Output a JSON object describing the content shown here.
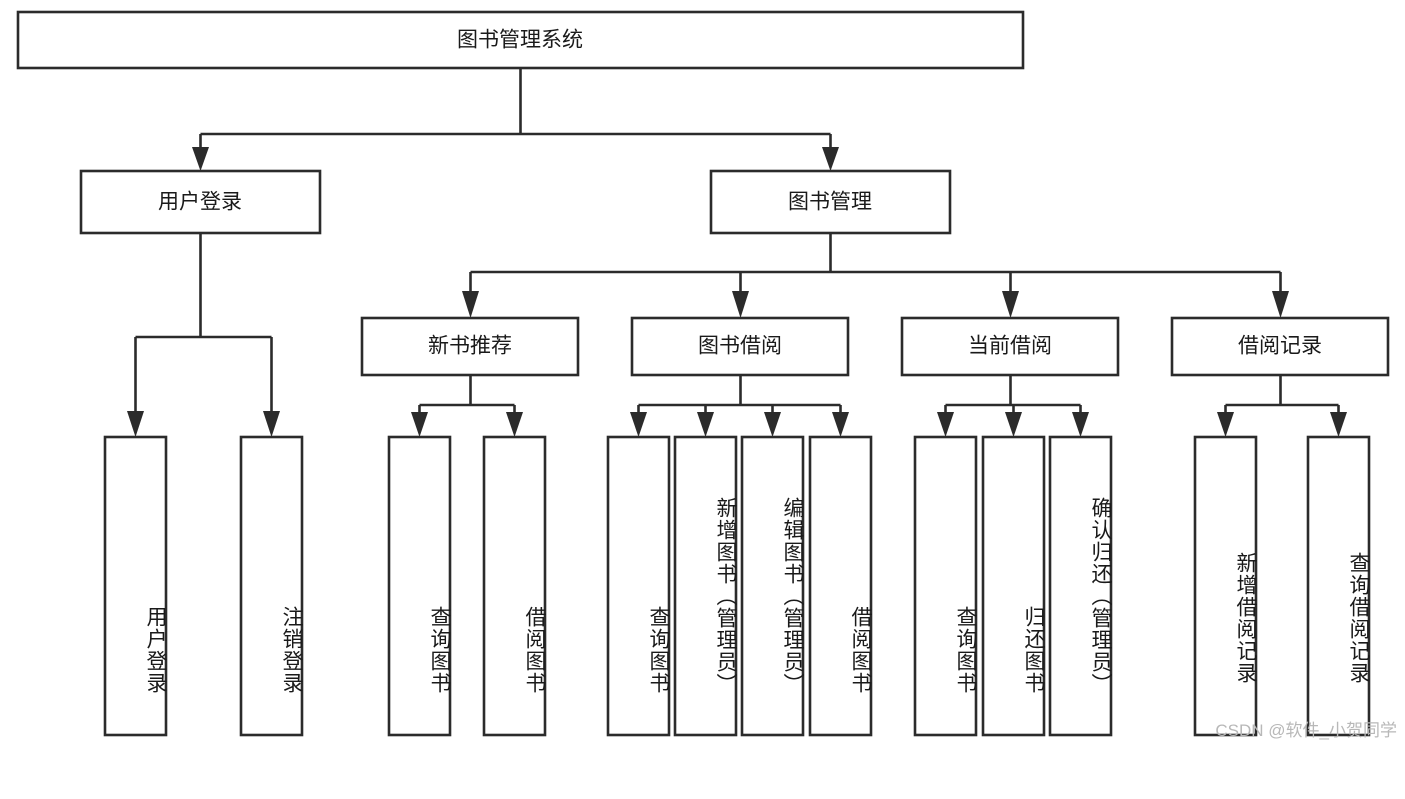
{
  "diagram": {
    "type": "tree-hierarchy",
    "title_node": {
      "id": "root",
      "label": "图书管理系统"
    },
    "level2": [
      {
        "id": "user-login",
        "label": "用户登录"
      },
      {
        "id": "book-manage",
        "label": "图书管理"
      }
    ],
    "level3": [
      {
        "id": "new-book-recommend",
        "label": "新书推荐"
      },
      {
        "id": "book-borrow",
        "label": "图书借阅"
      },
      {
        "id": "current-borrow",
        "label": "当前借阅"
      },
      {
        "id": "borrow-record",
        "label": "借阅记录"
      }
    ],
    "leaves": {
      "user_login": [
        {
          "id": "leaf-user-login",
          "label": "用户登录"
        },
        {
          "id": "leaf-logout-login",
          "label": "注销登录"
        }
      ],
      "new_book_recommend": [
        {
          "id": "leaf-query-book-1",
          "label": "查询图书"
        },
        {
          "id": "leaf-borrow-book-1",
          "label": "借阅图书"
        }
      ],
      "book_borrow": [
        {
          "id": "leaf-query-book-2",
          "label": "查询图书"
        },
        {
          "id": "leaf-add-book",
          "label": "新增图书（管理员）"
        },
        {
          "id": "leaf-edit-book",
          "label": "编辑图书（管理员）"
        },
        {
          "id": "leaf-borrow-book-2",
          "label": "借阅图书"
        }
      ],
      "current_borrow": [
        {
          "id": "leaf-query-book-3",
          "label": "查询图书"
        },
        {
          "id": "leaf-return-book",
          "label": "归还图书"
        },
        {
          "id": "leaf-confirm-return",
          "label": "确认归还（管理员）"
        }
      ],
      "borrow_record": [
        {
          "id": "leaf-add-record",
          "label": "新增借阅记录"
        },
        {
          "id": "leaf-query-record",
          "label": "查询借阅记录"
        }
      ]
    },
    "colors": {
      "box_stroke": "#2b2b2b",
      "box_fill": "#ffffff",
      "text": "#1a1a1a",
      "watermark": "#b8b8b8",
      "background": "#ffffff"
    }
  },
  "watermark": {
    "text": "CSDN @软件_小贺同学"
  }
}
